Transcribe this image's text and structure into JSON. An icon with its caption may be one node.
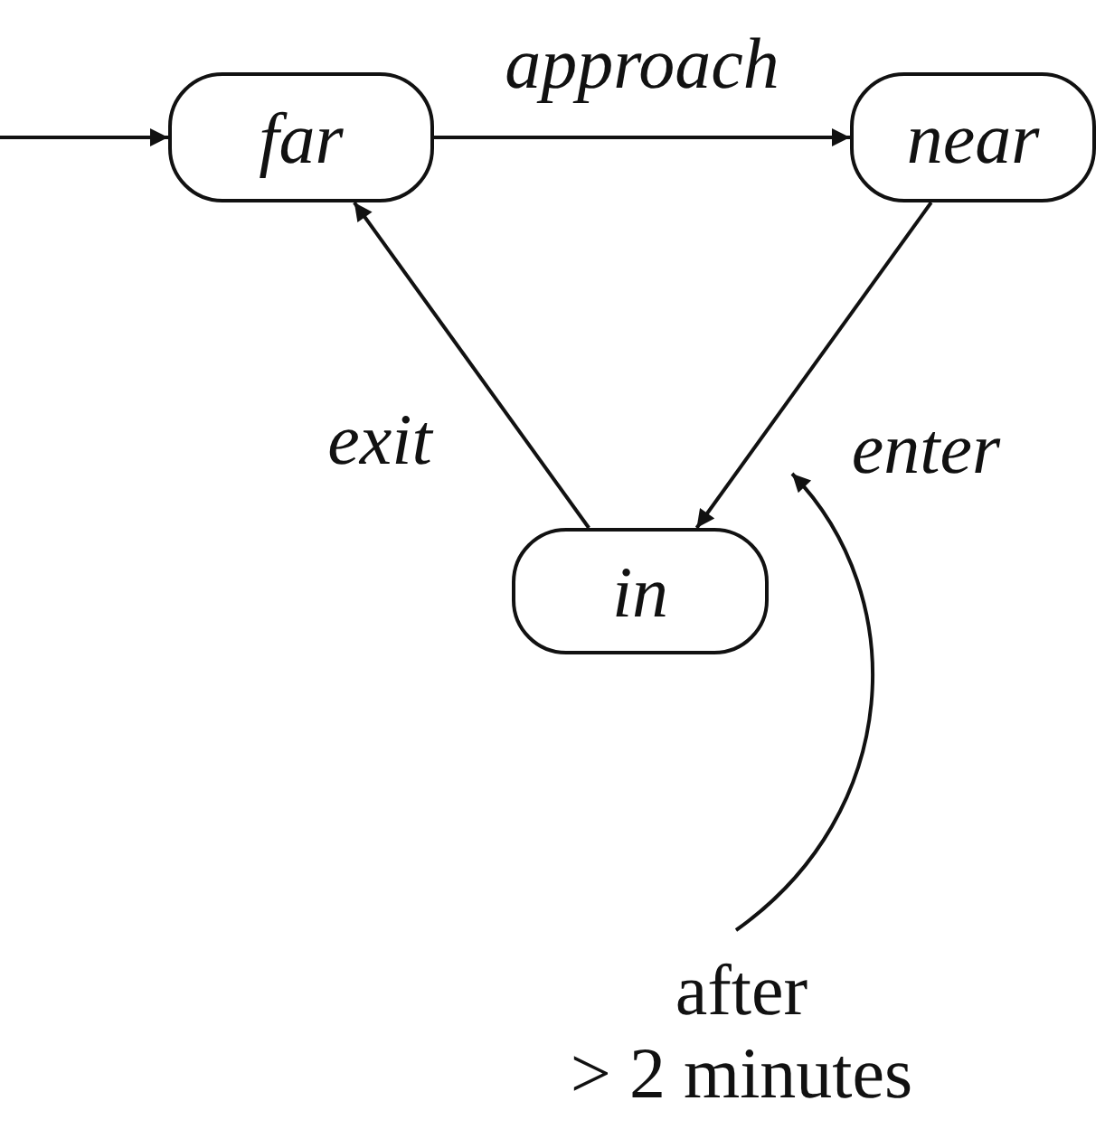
{
  "diagram": {
    "nodes": [
      {
        "text": [
          "far"
        ]
      },
      {
        "text": [
          "near"
        ]
      },
      {
        "text": [
          "in"
        ]
      },
      {
        "text": [
          "after > 2 minutes"
        ]
      }
    ],
    "edges": [
      {
        "from": null,
        "to": 0,
        "arrow": "to"
      },
      {
        "from": 0,
        "to": 1,
        "arrow": "to",
        "label": "approach"
      },
      {
        "from": 1,
        "to": 2,
        "arrow": "to",
        "label": "enter"
      },
      {
        "from": 2,
        "to": 0,
        "arrow": "to",
        "label": "exit"
      },
      {
        "from": 3,
        "to": null,
        "arrow": "to"
      }
    ]
  }
}
